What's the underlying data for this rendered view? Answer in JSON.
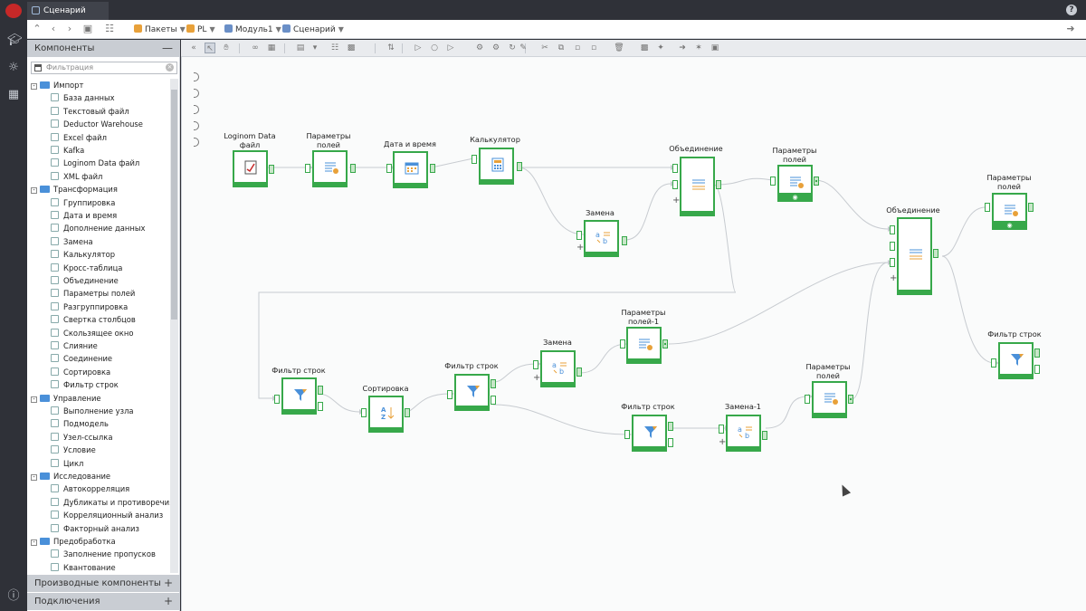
{
  "window": {
    "tab_title": "Сценарий"
  },
  "breadcrumbs": [
    {
      "label": "Пакеты",
      "color": "#e8a13a"
    },
    {
      "label": "PL",
      "color": "#e8a13a"
    },
    {
      "label": "Модуль1",
      "color": "#6a8fc7"
    },
    {
      "label": "Сценарий",
      "color": "#6a8fc7"
    }
  ],
  "sidebar": {
    "components_title": "Компоненты",
    "filter_placeholder": "Фильтрация",
    "tree": [
      {
        "label": "Импорт",
        "level": 0,
        "group": true
      },
      {
        "label": "База данных",
        "level": 1
      },
      {
        "label": "Текстовый файл",
        "level": 1
      },
      {
        "label": "Deductor Warehouse",
        "level": 1
      },
      {
        "label": "Excel файл",
        "level": 1
      },
      {
        "label": "Kafka",
        "level": 1
      },
      {
        "label": "Loginom Data файл",
        "level": 1
      },
      {
        "label": "XML файл",
        "level": 1
      },
      {
        "label": "Трансформация",
        "level": 0,
        "group": true
      },
      {
        "label": "Группировка",
        "level": 1
      },
      {
        "label": "Дата и время",
        "level": 1
      },
      {
        "label": "Дополнение данных",
        "level": 1
      },
      {
        "label": "Замена",
        "level": 1
      },
      {
        "label": "Калькулятор",
        "level": 1
      },
      {
        "label": "Кросс-таблица",
        "level": 1
      },
      {
        "label": "Объединение",
        "level": 1
      },
      {
        "label": "Параметры полей",
        "level": 1
      },
      {
        "label": "Разгруппировка",
        "level": 1
      },
      {
        "label": "Свертка столбцов",
        "level": 1
      },
      {
        "label": "Скользящее окно",
        "level": 1
      },
      {
        "label": "Слияние",
        "level": 1
      },
      {
        "label": "Соединение",
        "level": 1
      },
      {
        "label": "Сортировка",
        "level": 1
      },
      {
        "label": "Фильтр строк",
        "level": 1
      },
      {
        "label": "Управление",
        "level": 0,
        "group": true
      },
      {
        "label": "Выполнение узла",
        "level": 1
      },
      {
        "label": "Подмодель",
        "level": 1
      },
      {
        "label": "Узел-ссылка",
        "level": 1
      },
      {
        "label": "Условие",
        "level": 1
      },
      {
        "label": "Цикл",
        "level": 1
      },
      {
        "label": "Исследование",
        "level": 0,
        "group": true
      },
      {
        "label": "Автокорреляция",
        "level": 1
      },
      {
        "label": "Дубликаты и противоречия",
        "level": 1
      },
      {
        "label": "Корреляционный анализ",
        "level": 1
      },
      {
        "label": "Факторный анализ",
        "level": 1
      },
      {
        "label": "Предобработка",
        "level": 0,
        "group": true
      },
      {
        "label": "Заполнение пропусков",
        "level": 1
      },
      {
        "label": "Квантование",
        "level": 1
      }
    ],
    "derived_title": "Производные компоненты",
    "connections_title": "Подключения"
  },
  "nodes": [
    {
      "id": "n1",
      "label": "Loginom Data\nфайл"
    },
    {
      "id": "n2",
      "label": "Параметры\nполей"
    },
    {
      "id": "n3",
      "label": "Дата и время"
    },
    {
      "id": "n4",
      "label": "Калькулятор"
    },
    {
      "id": "n5",
      "label": "Замена"
    },
    {
      "id": "n6",
      "label": "Объединение"
    },
    {
      "id": "n7",
      "label": "Параметры\nполей"
    },
    {
      "id": "n8",
      "label": "Объединение"
    },
    {
      "id": "n9",
      "label": "Параметры\nполей"
    },
    {
      "id": "n10",
      "label": "Фильтр строк"
    },
    {
      "id": "n11",
      "label": "Фильтр строк"
    },
    {
      "id": "n12",
      "label": "Сортировка"
    },
    {
      "id": "n13",
      "label": "Фильтр строк"
    },
    {
      "id": "n14",
      "label": "Замена"
    },
    {
      "id": "n15",
      "label": "Параметры\nполей-1"
    },
    {
      "id": "n16",
      "label": "Фильтр строк"
    },
    {
      "id": "n17",
      "label": "Замена-1"
    },
    {
      "id": "n18",
      "label": "Параметры\nполей"
    }
  ],
  "colors": {
    "node_border": "#37a84a",
    "accent_orange": "#e8a13a",
    "accent_blue": "#4a90d9",
    "sidebar_header": "#c9cdd3"
  }
}
